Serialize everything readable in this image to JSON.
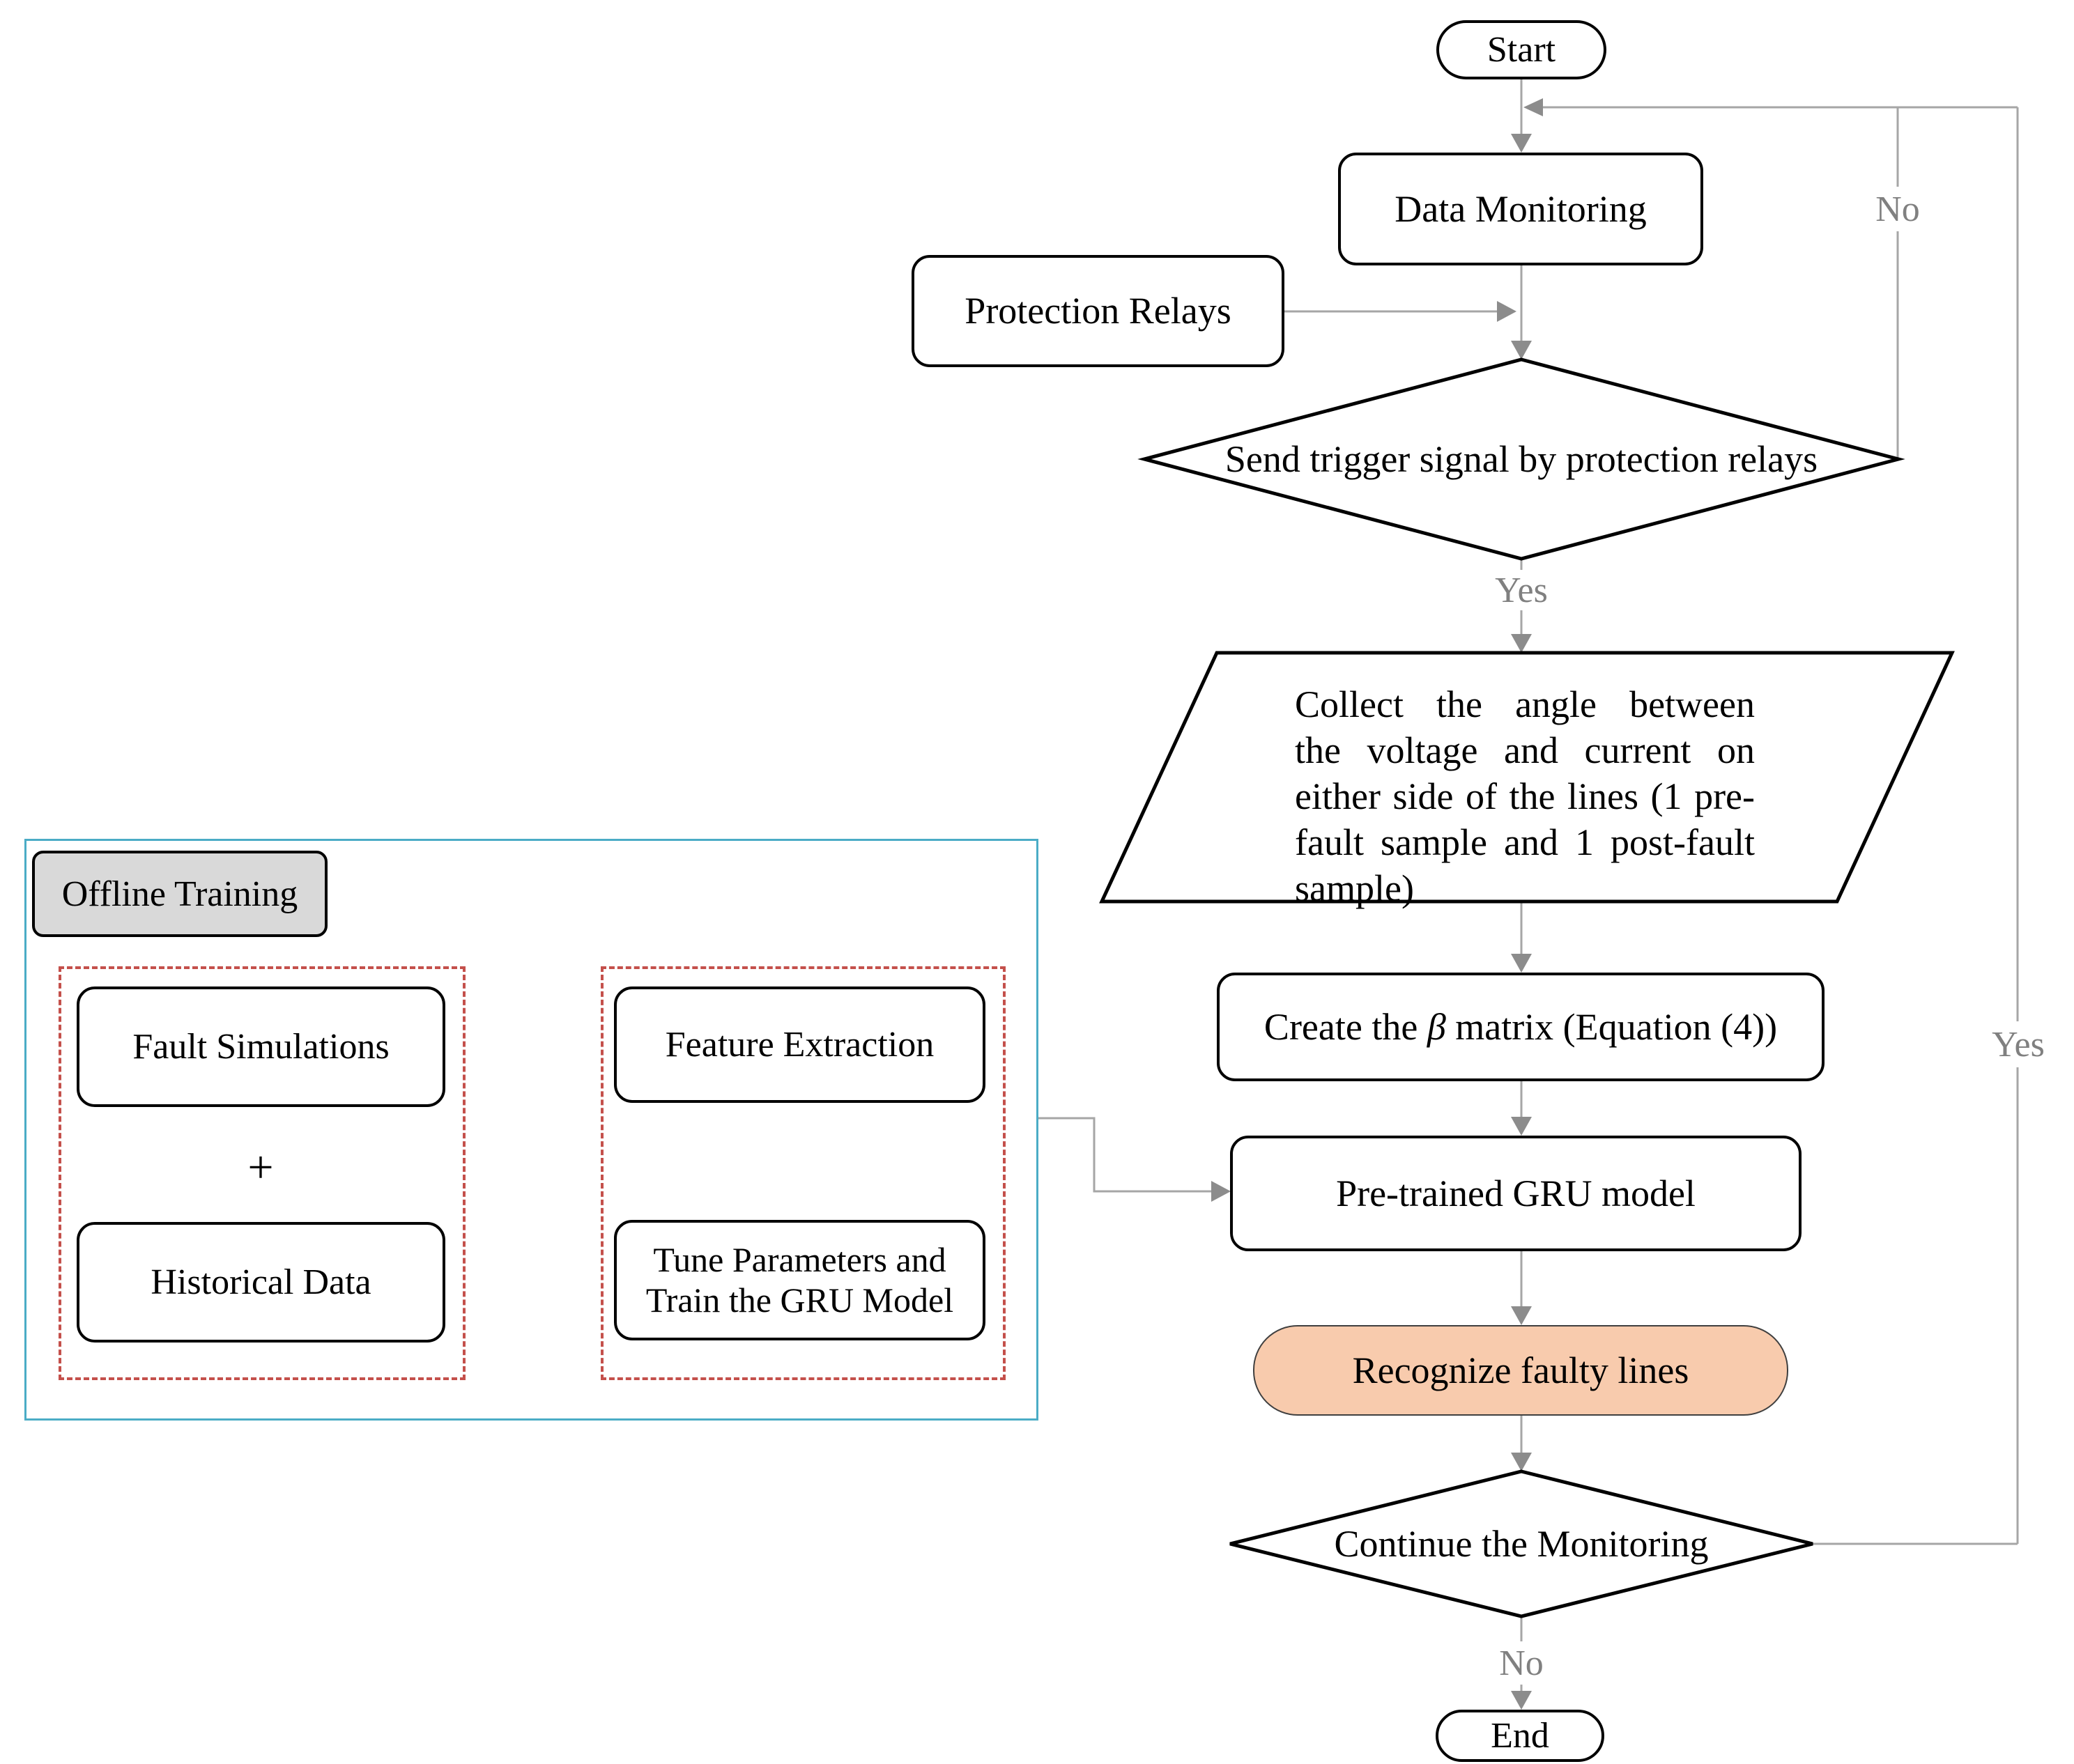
{
  "flow": {
    "start": "Start",
    "data_monitoring": "Data Monitoring",
    "protection_relays": "Protection Relays",
    "decision_trigger": "Send trigger signal by protection relays",
    "label_yes_trigger": "Yes",
    "label_no_trigger": "No",
    "collect_lines": [
      "Collect  the  angle  between",
      "the  voltage  and  current  on",
      "either side of the lines (1 pre-",
      "fault sample and 1 post-fault",
      "sample)"
    ],
    "beta_pre": "Create the ",
    "beta_symbol": "β",
    "beta_post": " matrix (Equation (4))",
    "gru": "Pre-trained GRU model",
    "recognize": "Recognize faulty lines",
    "decision_continue": "Continue the Monitoring",
    "label_yes_continue": "Yes",
    "label_no_continue": "No",
    "end": "End"
  },
  "offline": {
    "title": "Offline Training",
    "fault_simulations": "Fault Simulations",
    "plus": "+",
    "historical_data": "Historical Data",
    "feature_extraction": "Feature Extraction",
    "tune_parameters": "Tune Parameters and\nTrain the GRU Model"
  },
  "colors": {
    "shape_border": "#000000",
    "connector_gray": "#A6A6A6",
    "arrowhead_gray": "#8C8C8C",
    "edge_label_gray": "#808080",
    "offline_border_blue": "#4BACC6",
    "dashed_red": "#C4504B",
    "section_label_fill": "#D9D9D9",
    "recognize_fill": "#F8CBAD"
  }
}
